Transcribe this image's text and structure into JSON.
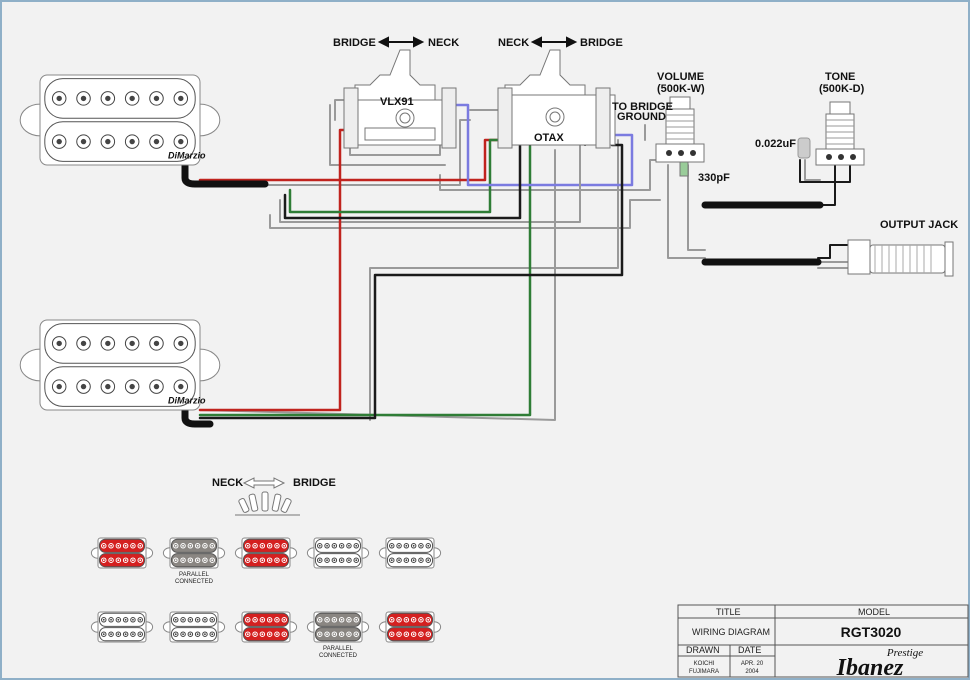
{
  "labels": {
    "switch1_dir_left": "BRIDGE",
    "switch1_dir_right": "NECK",
    "switch2_dir_left": "NECK",
    "switch2_dir_right": "BRIDGE",
    "switch1_name": "VLX91",
    "switch2_name": "OTAX",
    "to_bridge_ground_1": "TO BRIDGE",
    "to_bridge_ground_2": "GROUND",
    "volume_1": "VOLUME",
    "volume_2": "(500K-W)",
    "tone_1": "TONE",
    "tone_2": "(500K-D)",
    "cap_tone": "0.022uF",
    "cap_volume": "330pF",
    "output_jack": "OUTPUT JACK",
    "pickup_brand": "DiMarzio",
    "positions_left": "NECK",
    "positions_right": "BRIDGE",
    "parallel_1": "PARALLEL",
    "parallel_2": "CONNECTED"
  },
  "pickup_states": {
    "row1": [
      "red",
      "gray",
      "red",
      "white",
      "white"
    ],
    "row2": [
      "white",
      "white",
      "red",
      "gray",
      "red"
    ]
  },
  "colors": {
    "red": "#d42020",
    "gray": "#8a8682",
    "white": "#ffffff",
    "wire_red": "#c0231e",
    "wire_green": "#2f7d36",
    "wire_blue": "#7b7be0",
    "wire_black": "#1a1a1a",
    "wire_gray": "#9a9a9a",
    "frame": "#8fb0c8"
  },
  "title_block": {
    "title_header": "TITLE",
    "title_value": "WIRING DIAGRAM",
    "model_header": "MODEL",
    "model_value": "RGT3020",
    "drawn_header": "DRAWN",
    "date_header": "DATE",
    "drawn_1": "KOICHI",
    "drawn_2": "FUJIMARA",
    "date_1": "APR. 20",
    "date_2": "2004",
    "brand": "Ibanez",
    "brand_sub": "Prestige"
  }
}
